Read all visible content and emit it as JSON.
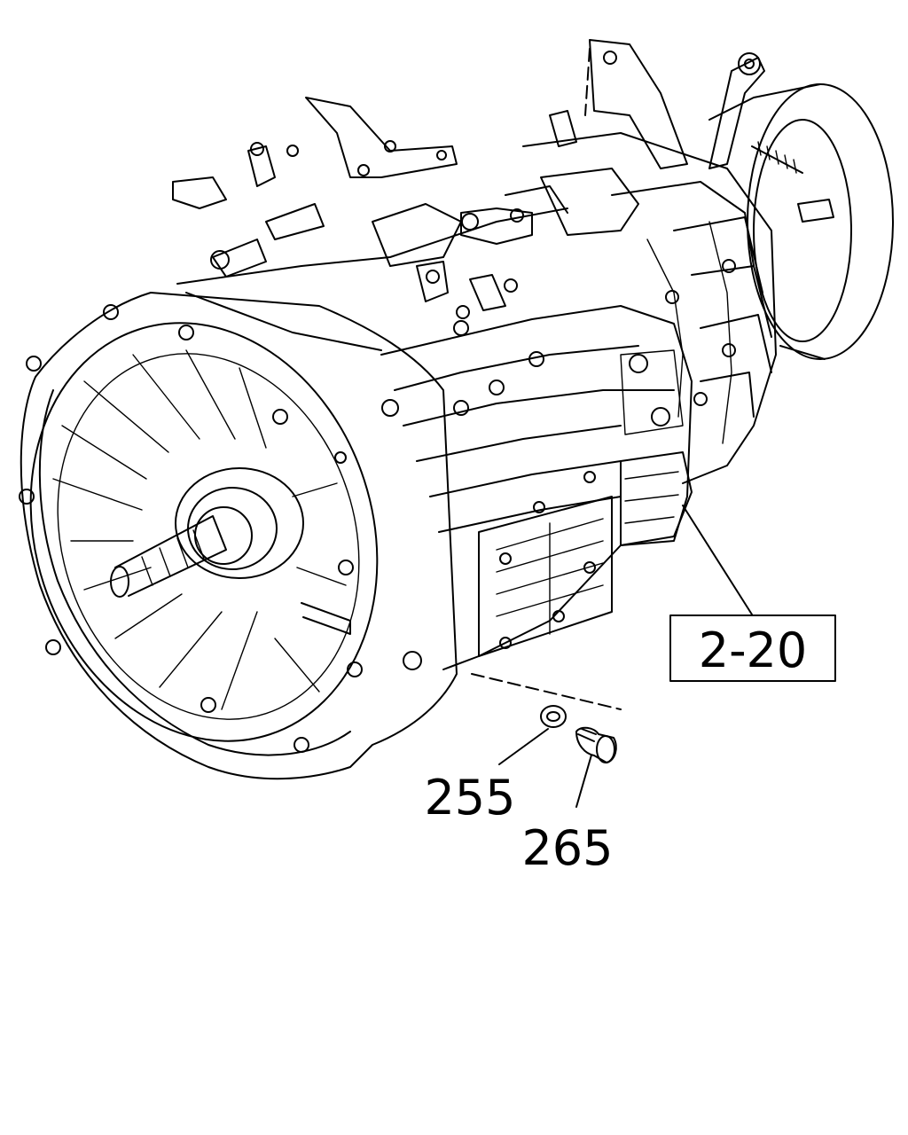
{
  "callouts": {
    "assembly_ref": "2-20",
    "washer": "255",
    "drain_plug": "265"
  },
  "colors": {
    "line": "#000000",
    "background": "#ffffff"
  }
}
